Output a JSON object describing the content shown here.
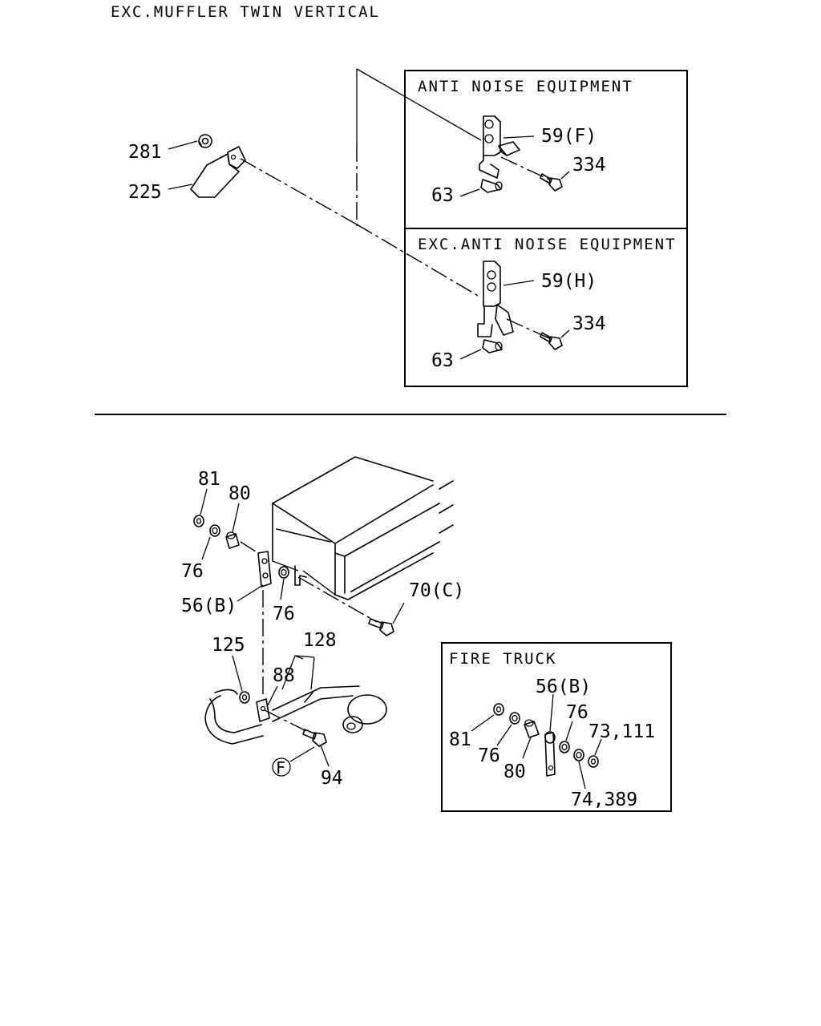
{
  "header": {
    "title": "EXC.MUFFLER TWIN VERTICAL"
  },
  "top_section": {
    "labels": {
      "p281": "281",
      "p225": "225"
    },
    "inset_anti_noise": {
      "title": "ANTI NOISE EQUIPMENT",
      "labels": {
        "p59": "59(F)",
        "p334": "334",
        "p63": "63"
      }
    },
    "inset_exc_anti_noise": {
      "title": "EXC.ANTI NOISE EQUIPMENT",
      "labels": {
        "p59": "59(H)",
        "p334": "334",
        "p63": "63"
      }
    }
  },
  "bottom_section": {
    "labels": {
      "p81": "81",
      "p80": "80",
      "p76a": "76",
      "p56": "56(B)",
      "p76b": "76",
      "p70": "70(C)",
      "p125": "125",
      "p128": "128",
      "p88": "88",
      "pF": "F",
      "p94": "94"
    },
    "inset_fire_truck": {
      "title": "FIRE TRUCK",
      "labels": {
        "p56": "56(B)",
        "p76a": "76",
        "p73": "73,111",
        "p81": "81",
        "p76b": "76",
        "p80": "80",
        "p74": "74,389"
      }
    }
  }
}
